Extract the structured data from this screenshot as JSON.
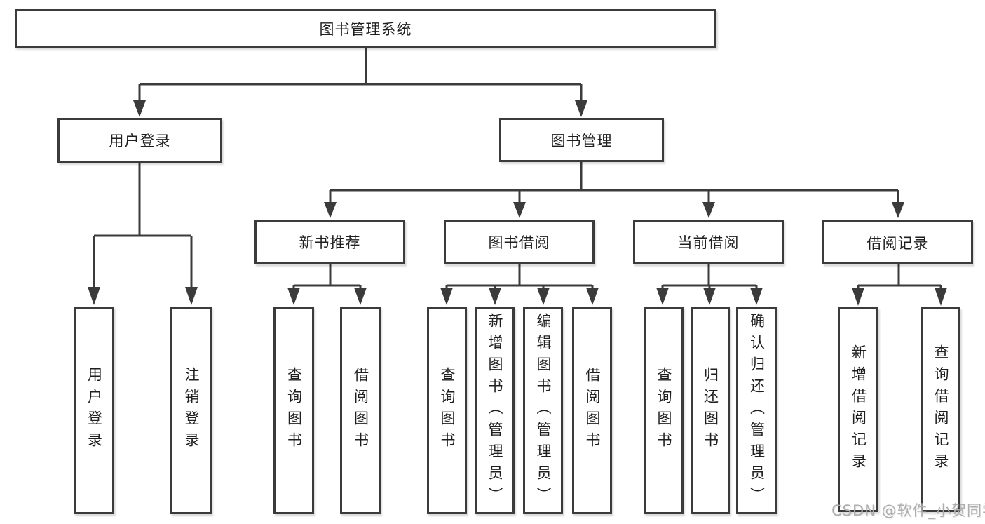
{
  "diagram": {
    "root": {
      "label": "图书管理系统"
    },
    "branches": [
      {
        "label": "用户登录",
        "children": [
          {
            "label": "用户登录"
          },
          {
            "label": "注销登录"
          }
        ]
      },
      {
        "label": "图书管理",
        "children": [
          {
            "label": "新书推荐",
            "children": [
              {
                "label": "查询图书"
              },
              {
                "label": "借阅图书"
              }
            ]
          },
          {
            "label": "图书借阅",
            "children": [
              {
                "label": "查询图书"
              },
              {
                "label": "新增图书（管理员）"
              },
              {
                "label": "编辑图书（管理员）"
              },
              {
                "label": "借阅图书"
              }
            ]
          },
          {
            "label": "当前借阅",
            "children": [
              {
                "label": "查询图书"
              },
              {
                "label": "归还图书"
              },
              {
                "label": "确认归还（管理员）"
              }
            ]
          },
          {
            "label": "借阅记录",
            "children": [
              {
                "label": "新增借阅记录"
              },
              {
                "label": "查询借阅记录"
              }
            ]
          }
        ]
      }
    ]
  },
  "watermark": {
    "text": "CSDN @软件_小贺同学"
  },
  "colors": {
    "line": "#3b3b3b",
    "text": "#1f1f1f",
    "watermark": "#aeaeae",
    "background": "#ffffff"
  }
}
